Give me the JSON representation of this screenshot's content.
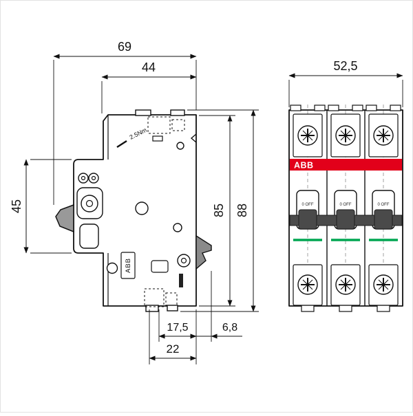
{
  "side_view": {
    "dims": {
      "total_depth": "69",
      "body_depth": "44",
      "front_height": "45",
      "body_height": "85",
      "total_height": "88",
      "bottom_terminal_offset": "17,5",
      "clip_protrusion": "6,8",
      "bottom_depth": "22"
    },
    "labels": {
      "torque": "2.5Nm",
      "brand": "ABB"
    }
  },
  "front_view": {
    "dims": {
      "total_width": "52,5"
    },
    "brand": "ABB",
    "toggle_state": "0 OFF",
    "colors": {
      "brand_red": "#e2001a",
      "indicator_green": "#00a651"
    }
  }
}
